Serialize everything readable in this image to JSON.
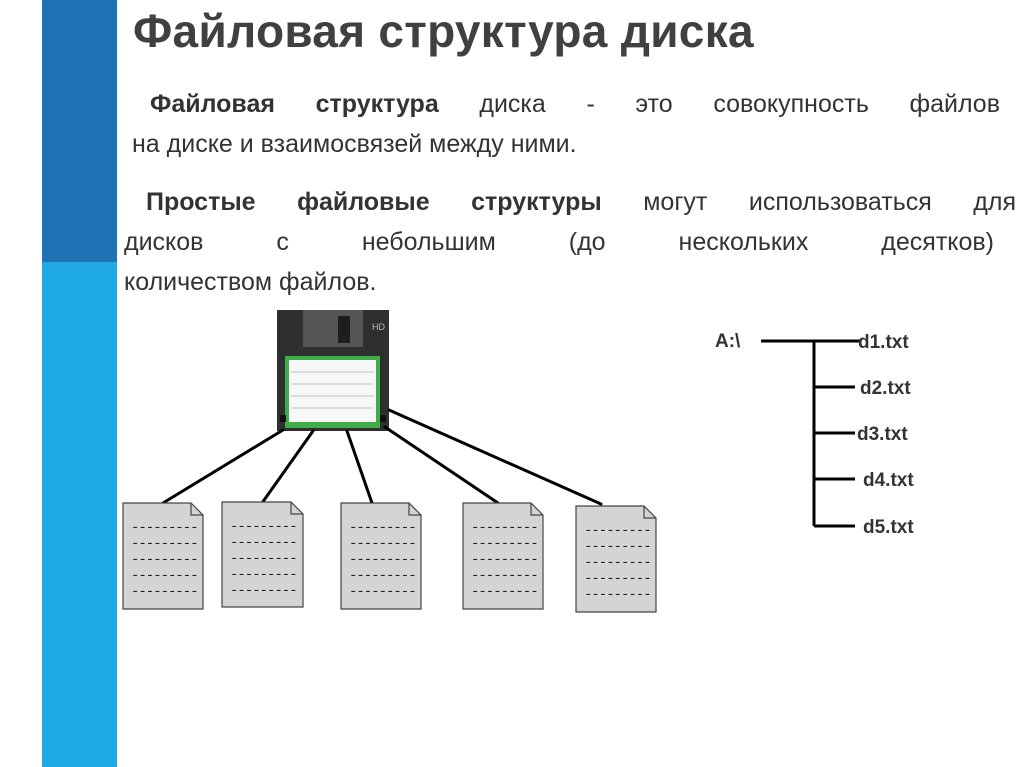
{
  "slide": {
    "title": "Файловая структура диска",
    "p1": {
      "bold": "Файловая структура",
      "line1_rest": " диска - это совокупность файлов",
      "line2": "на диске и взаимосвязей между ними."
    },
    "p2": {
      "bold": "Простые файловые структуры",
      "line1_rest": " могут использоваться для",
      "line2": "дисков с небольшим (до нескольких десятков)",
      "line3": "количеством файлов."
    }
  },
  "tree": {
    "root": "A:\\",
    "files": [
      "d1.txt",
      "d2.txt",
      "d3.txt",
      "d4.txt",
      "d5.txt"
    ]
  },
  "file_icon": {
    "dash_line": "---------",
    "lines_per_doc": 5,
    "count": 5
  },
  "colors": {
    "accent_dark": "#1f72b3",
    "accent_light": "#1fa9e3",
    "doc_fill": "#d4d4d4",
    "floppy_body": "#2f2f2f",
    "label_green": "#3fae4a"
  }
}
